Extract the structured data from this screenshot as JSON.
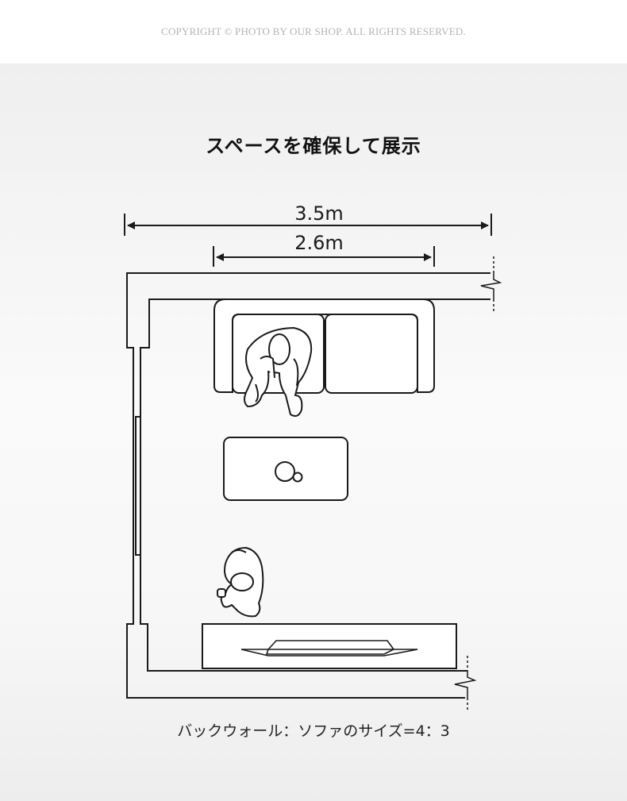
{
  "copyright": "COPYRIGHT © PHOTO BY OUR SHOP. ALL RIGHTS RESERVED.",
  "title": "スペースを確保して展示",
  "dimensions": {
    "wall_width": "3.5m",
    "sofa_width": "2.6m"
  },
  "caption": "バックウォール：ソファのサイズ=4：3",
  "colors": {
    "line": "#1a1a1a",
    "fill": "#ffffff",
    "panel": "#f4f4f4"
  }
}
